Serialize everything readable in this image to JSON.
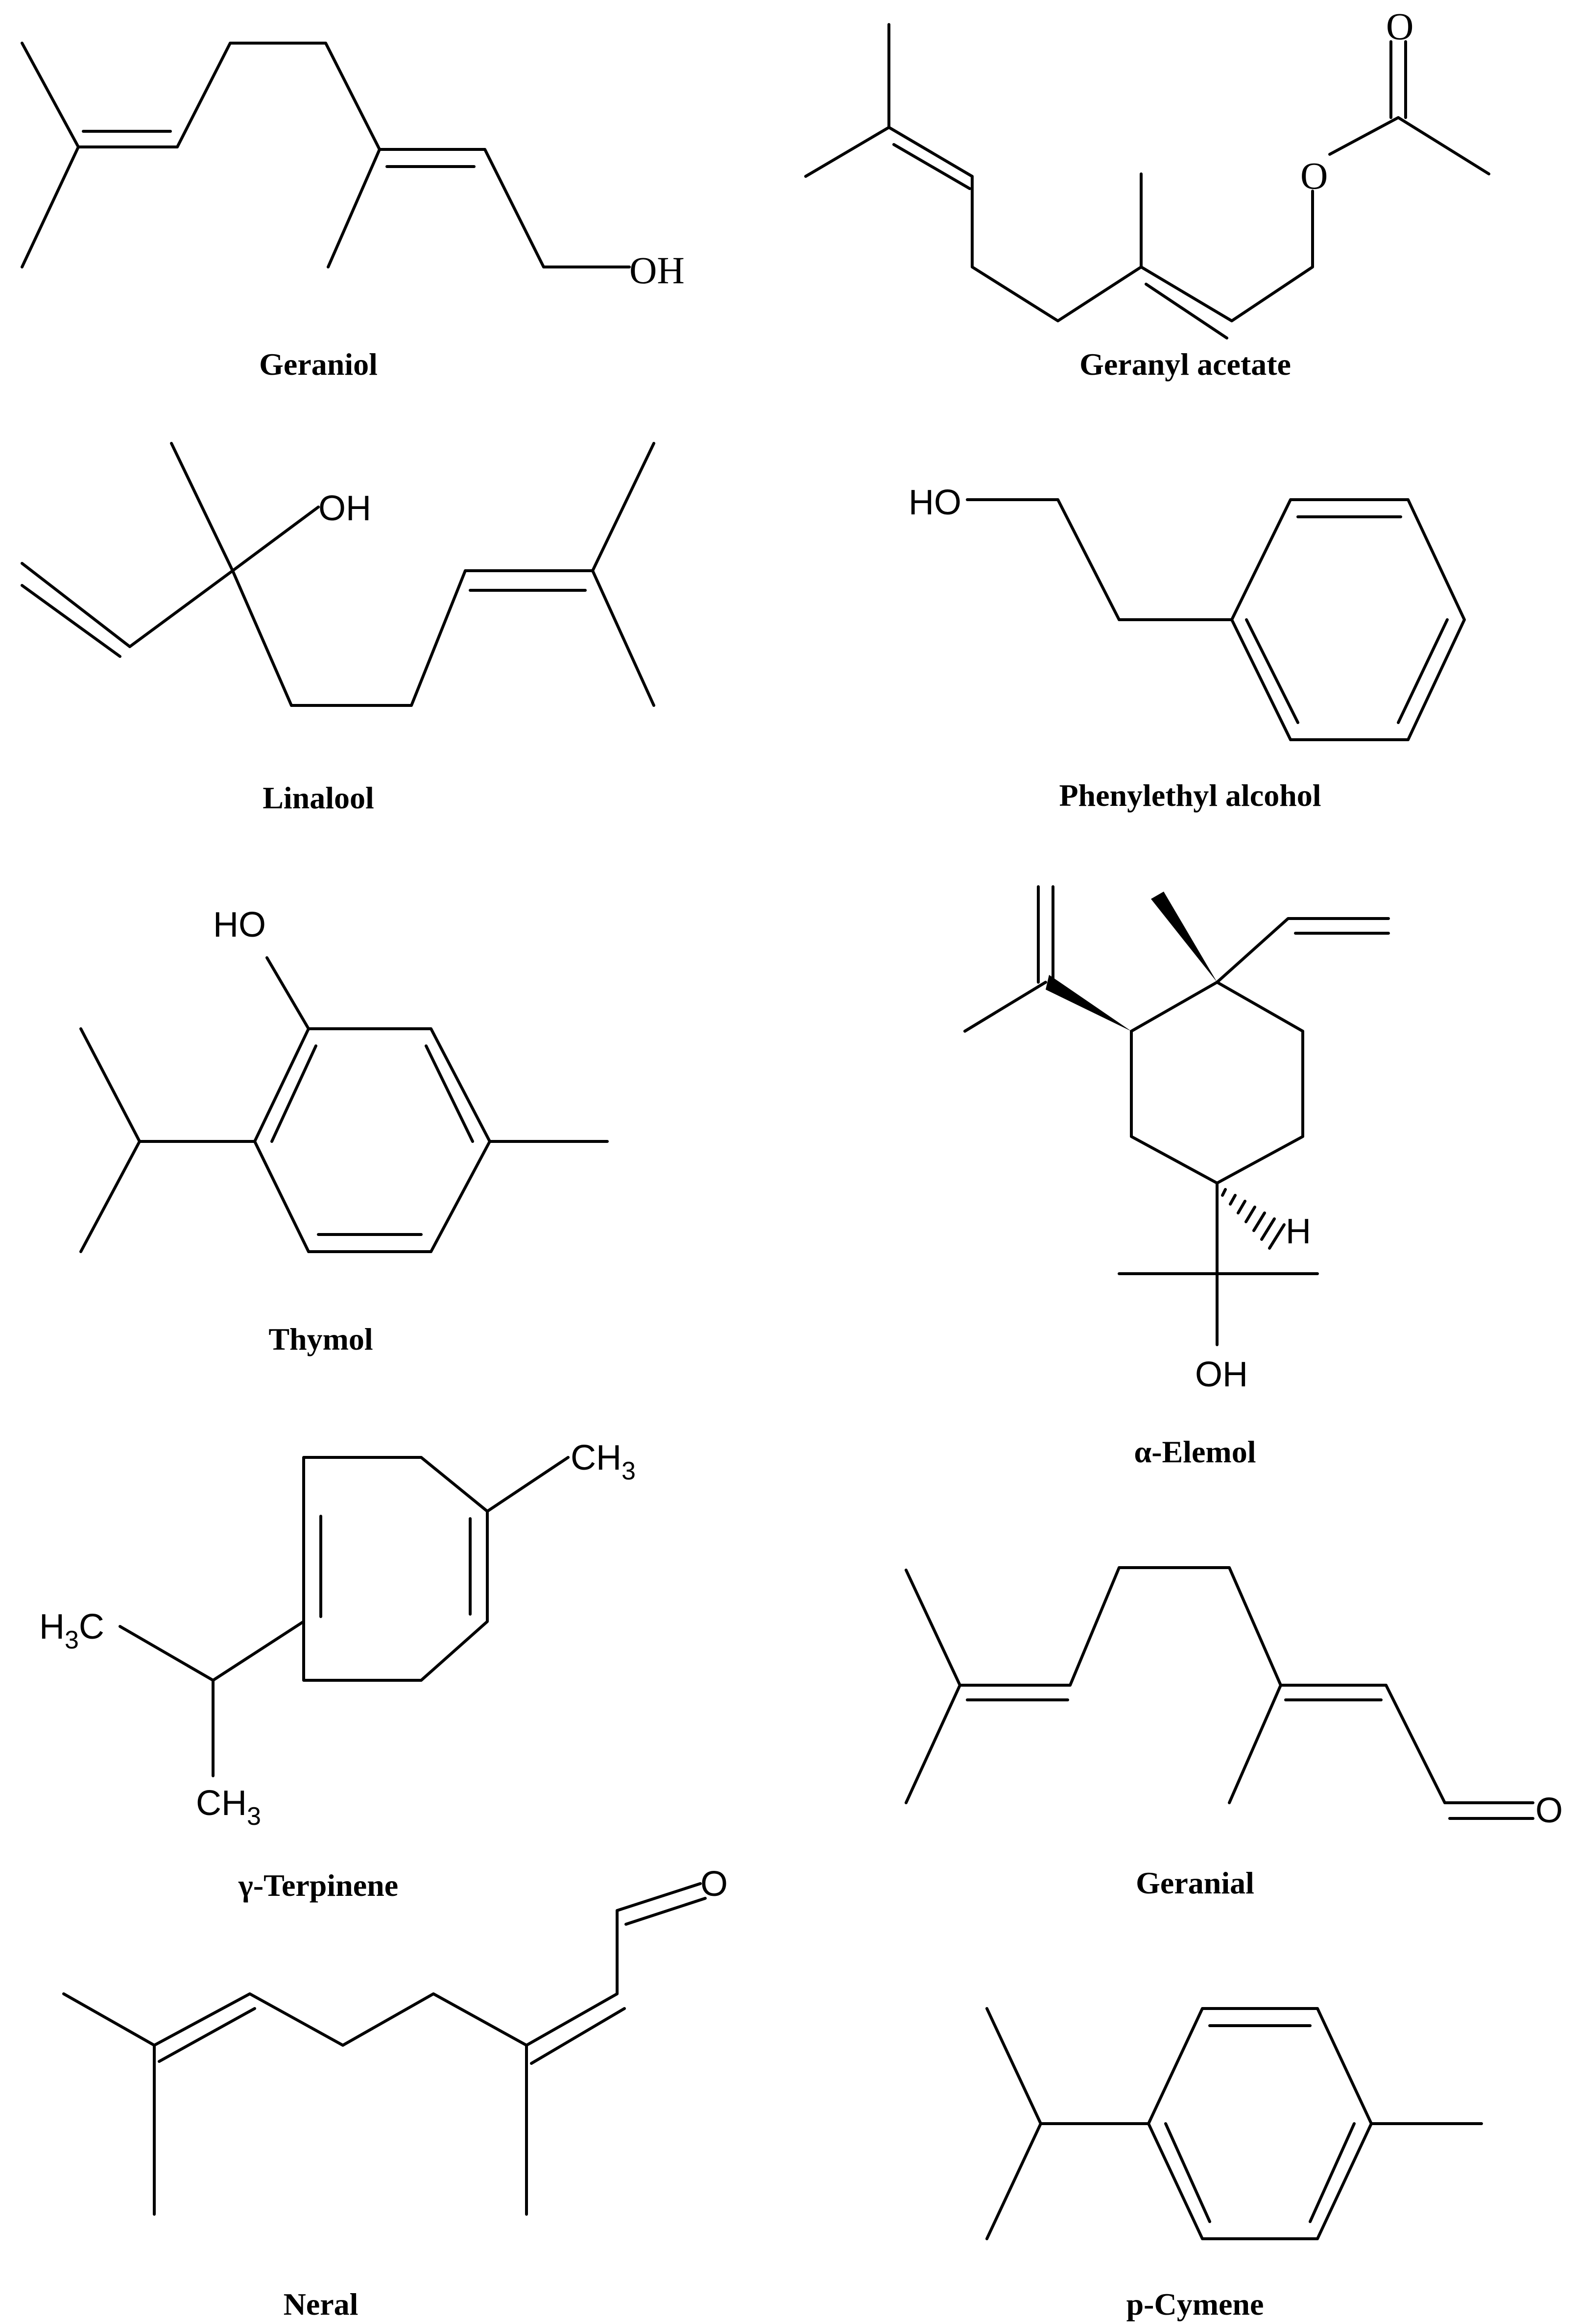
{
  "captions": {
    "geraniol": "Geraniol",
    "geranyl_acetate": "Geranyl acetate",
    "linalool": "Linalool",
    "phenylethyl_alcohol": "Phenylethyl alcohol",
    "thymol": "Thymol",
    "alpha_elemol": "α-Elemol",
    "gamma_terpinene": "γ-Terpinene",
    "geranial": "Geranial",
    "neral": "Neral",
    "p_cymene": "p-Cymene"
  },
  "atom_labels": {
    "geraniol_oh": "OH",
    "geranyl_acetate_o_ester": "O",
    "geranyl_acetate_o_carbonyl": "O",
    "linalool_oh": "OH",
    "phenylethyl_ho": "HO",
    "thymol_ho": "HO",
    "elemol_h": "H",
    "elemol_oh": "OH",
    "terpinene_ch3_top": "CH",
    "terpinene_ch3_top_sub": "3",
    "terpinene_h3c_left": "H",
    "terpinene_h3c_left_sub": "3",
    "terpinene_h3c_left_c": "C",
    "terpinene_ch3_bottom": "CH",
    "terpinene_ch3_bottom_sub": "3",
    "geranial_o": "O",
    "neral_o": "O"
  }
}
